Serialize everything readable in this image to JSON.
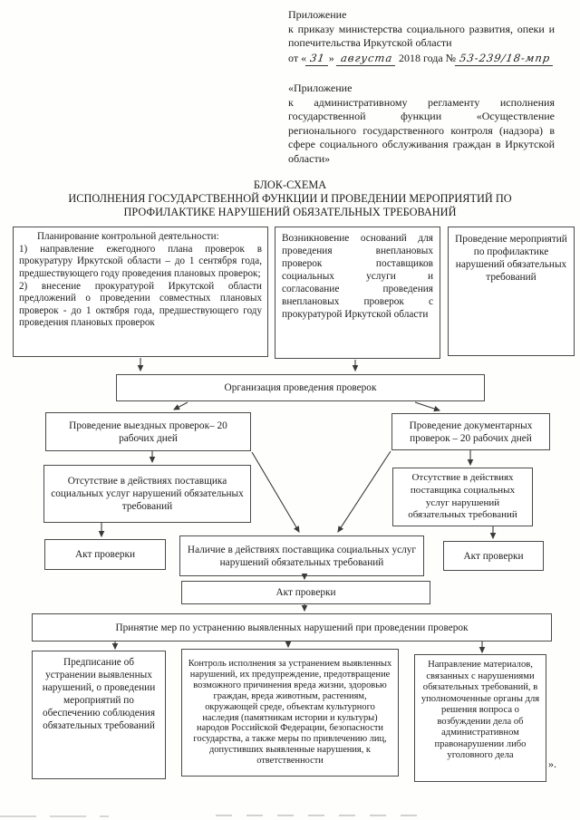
{
  "page": {
    "appendix1": {
      "line1": "Приложение",
      "body": "к приказу министерства социального развития, опеки и попечительства Иркутской области",
      "date": {
        "prefix": "от «",
        "day": "31",
        "after_day": "»",
        "month": "августа",
        "middle": "2018 года №",
        "number": "53-239/18-мпр"
      }
    },
    "appendix2": {
      "line1": "«Приложение",
      "body": "к административному регламенту исполнения государственной функции «Осуществление регионального государственного контроля (надзора) в сфере социального обслуживания граждан в Иркутской области»"
    },
    "title": {
      "line1": "БЛОК-СХЕМА",
      "line2": "ИСПОЛНЕНИЯ ГОСУДАРСТВЕННОЙ ФУНКЦИИ И ПРОВЕДЕНИИ МЕРОПРИЯТИЙ ПО ПРОФИЛАКТИКЕ НАРУШЕНИЙ ОБЯЗАТЕЛЬНЫХ ТРЕБОВАНИЙ"
    },
    "closing_quote": "»."
  },
  "flowchart": {
    "planning": {
      "intro": "Планирование контрольной деятельности:",
      "item1": "1) направление ежегодного плана проверок в прокуратуру Иркутской области – до 1 сентября года, предшествующего году проведения плановых проверок;",
      "item2": "2) внесение прокуратурой Иркутской области предложений о проведении совместных плановых проверок - до 1 октября года, предшествующего году проведения плановых проверок"
    },
    "unplanned": "Возникновение оснований для проведения внеплановых проверок поставщиков социальных услуги и согласование проведения внеплановых проверок с прокуратурой Иркутской области",
    "prevention": "Проведение мероприятий по профилактике нарушений обязательных требований",
    "organization": "Организация проведения проверок",
    "field_checks": "Проведение выездных проверок– 20 рабочих дней",
    "documentary_checks": "Проведение документарных проверок – 20 рабочих дней",
    "absence_left": "Отсутствие в действиях поставщика социальных услуг нарушений обязательных требований",
    "absence_right": "Отсутствие в действиях поставщика социальных услуг нарушений обязательных требований",
    "presence": "Наличие в действиях поставщика социальных услуг нарушений обязательных требований",
    "act_left": "Акт проверки",
    "act_center": "Акт проверки",
    "act_right": "Акт проверки",
    "measures": "Принятие мер по устранению выявленных нарушений при проведении проверок",
    "prescription": "Предписание об устранении выявленных нарушений, о проведении мероприятий по обеспечению соблюдения обязательных требований",
    "control": "Контроль исполнения за устранением выявленных нарушений, их предупреждение, предотвращение возможного причинения вреда жизни, здоровью граждан, вреда животным, растениям, окружающей среде, объектам культурного наследия (памятникам истории и культуры) народов Российской Федерации, безопасности государства, а также меры по привлечению лиц, допустивших выявленные нарушения, к ответственности",
    "referral": "Направление материалов, связанных с нарушениями обязательных требований, в уполномоченные органы для решения вопроса о возбуждении дела об административном правонарушении либо уголовного дела"
  },
  "colors": {
    "ink": "#1c1c1c",
    "box_border": "#4a4a4a",
    "arrow": "#3a3a3a"
  }
}
